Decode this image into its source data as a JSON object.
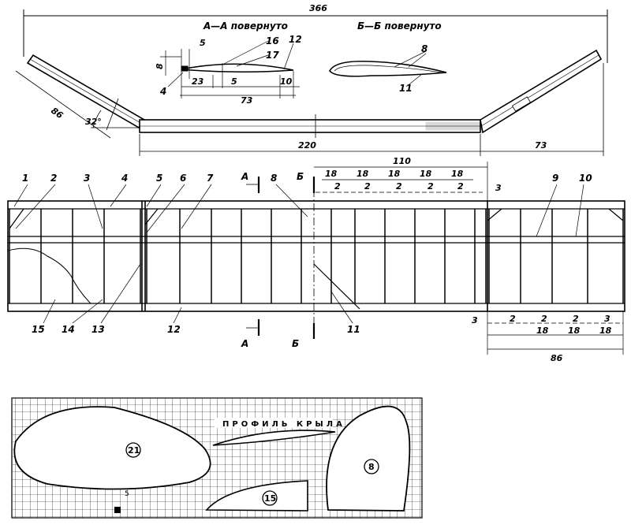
{
  "top_view": {
    "overall_dim": "366",
    "left_tip_dim": "86",
    "angle": "32°",
    "center_dim": "220",
    "right_tip_dim": "73",
    "section_aa_title": "А—А повернуто",
    "section_bb_title": "Б—Б повернуто",
    "aa_dims": {
      "d5a": "5",
      "d8": "8",
      "d23": "23",
      "d5b": "5",
      "d10": "10",
      "d73": "73"
    },
    "aa_labels": {
      "p16": "16",
      "p17": "17",
      "p12": "12",
      "p4": "4"
    },
    "bb_labels": {
      "p8": "8",
      "p11": "11"
    }
  },
  "plan_view": {
    "part_labels": [
      "1",
      "2",
      "3",
      "4",
      "5",
      "6",
      "7",
      "8",
      "9",
      "10"
    ],
    "bottom_labels": [
      "15",
      "14",
      "13",
      "12",
      "11"
    ],
    "dim_110": "110",
    "spacing_18": "18",
    "spacing_2": "2",
    "spacing_3": "3",
    "dim_86": "86",
    "section_a": "А",
    "section_b": "Б"
  },
  "templates": {
    "title": "ПРОФИЛЬ КРЫЛА",
    "p21": "21",
    "p8": "8",
    "p15": "15",
    "grid_dim": "5"
  }
}
